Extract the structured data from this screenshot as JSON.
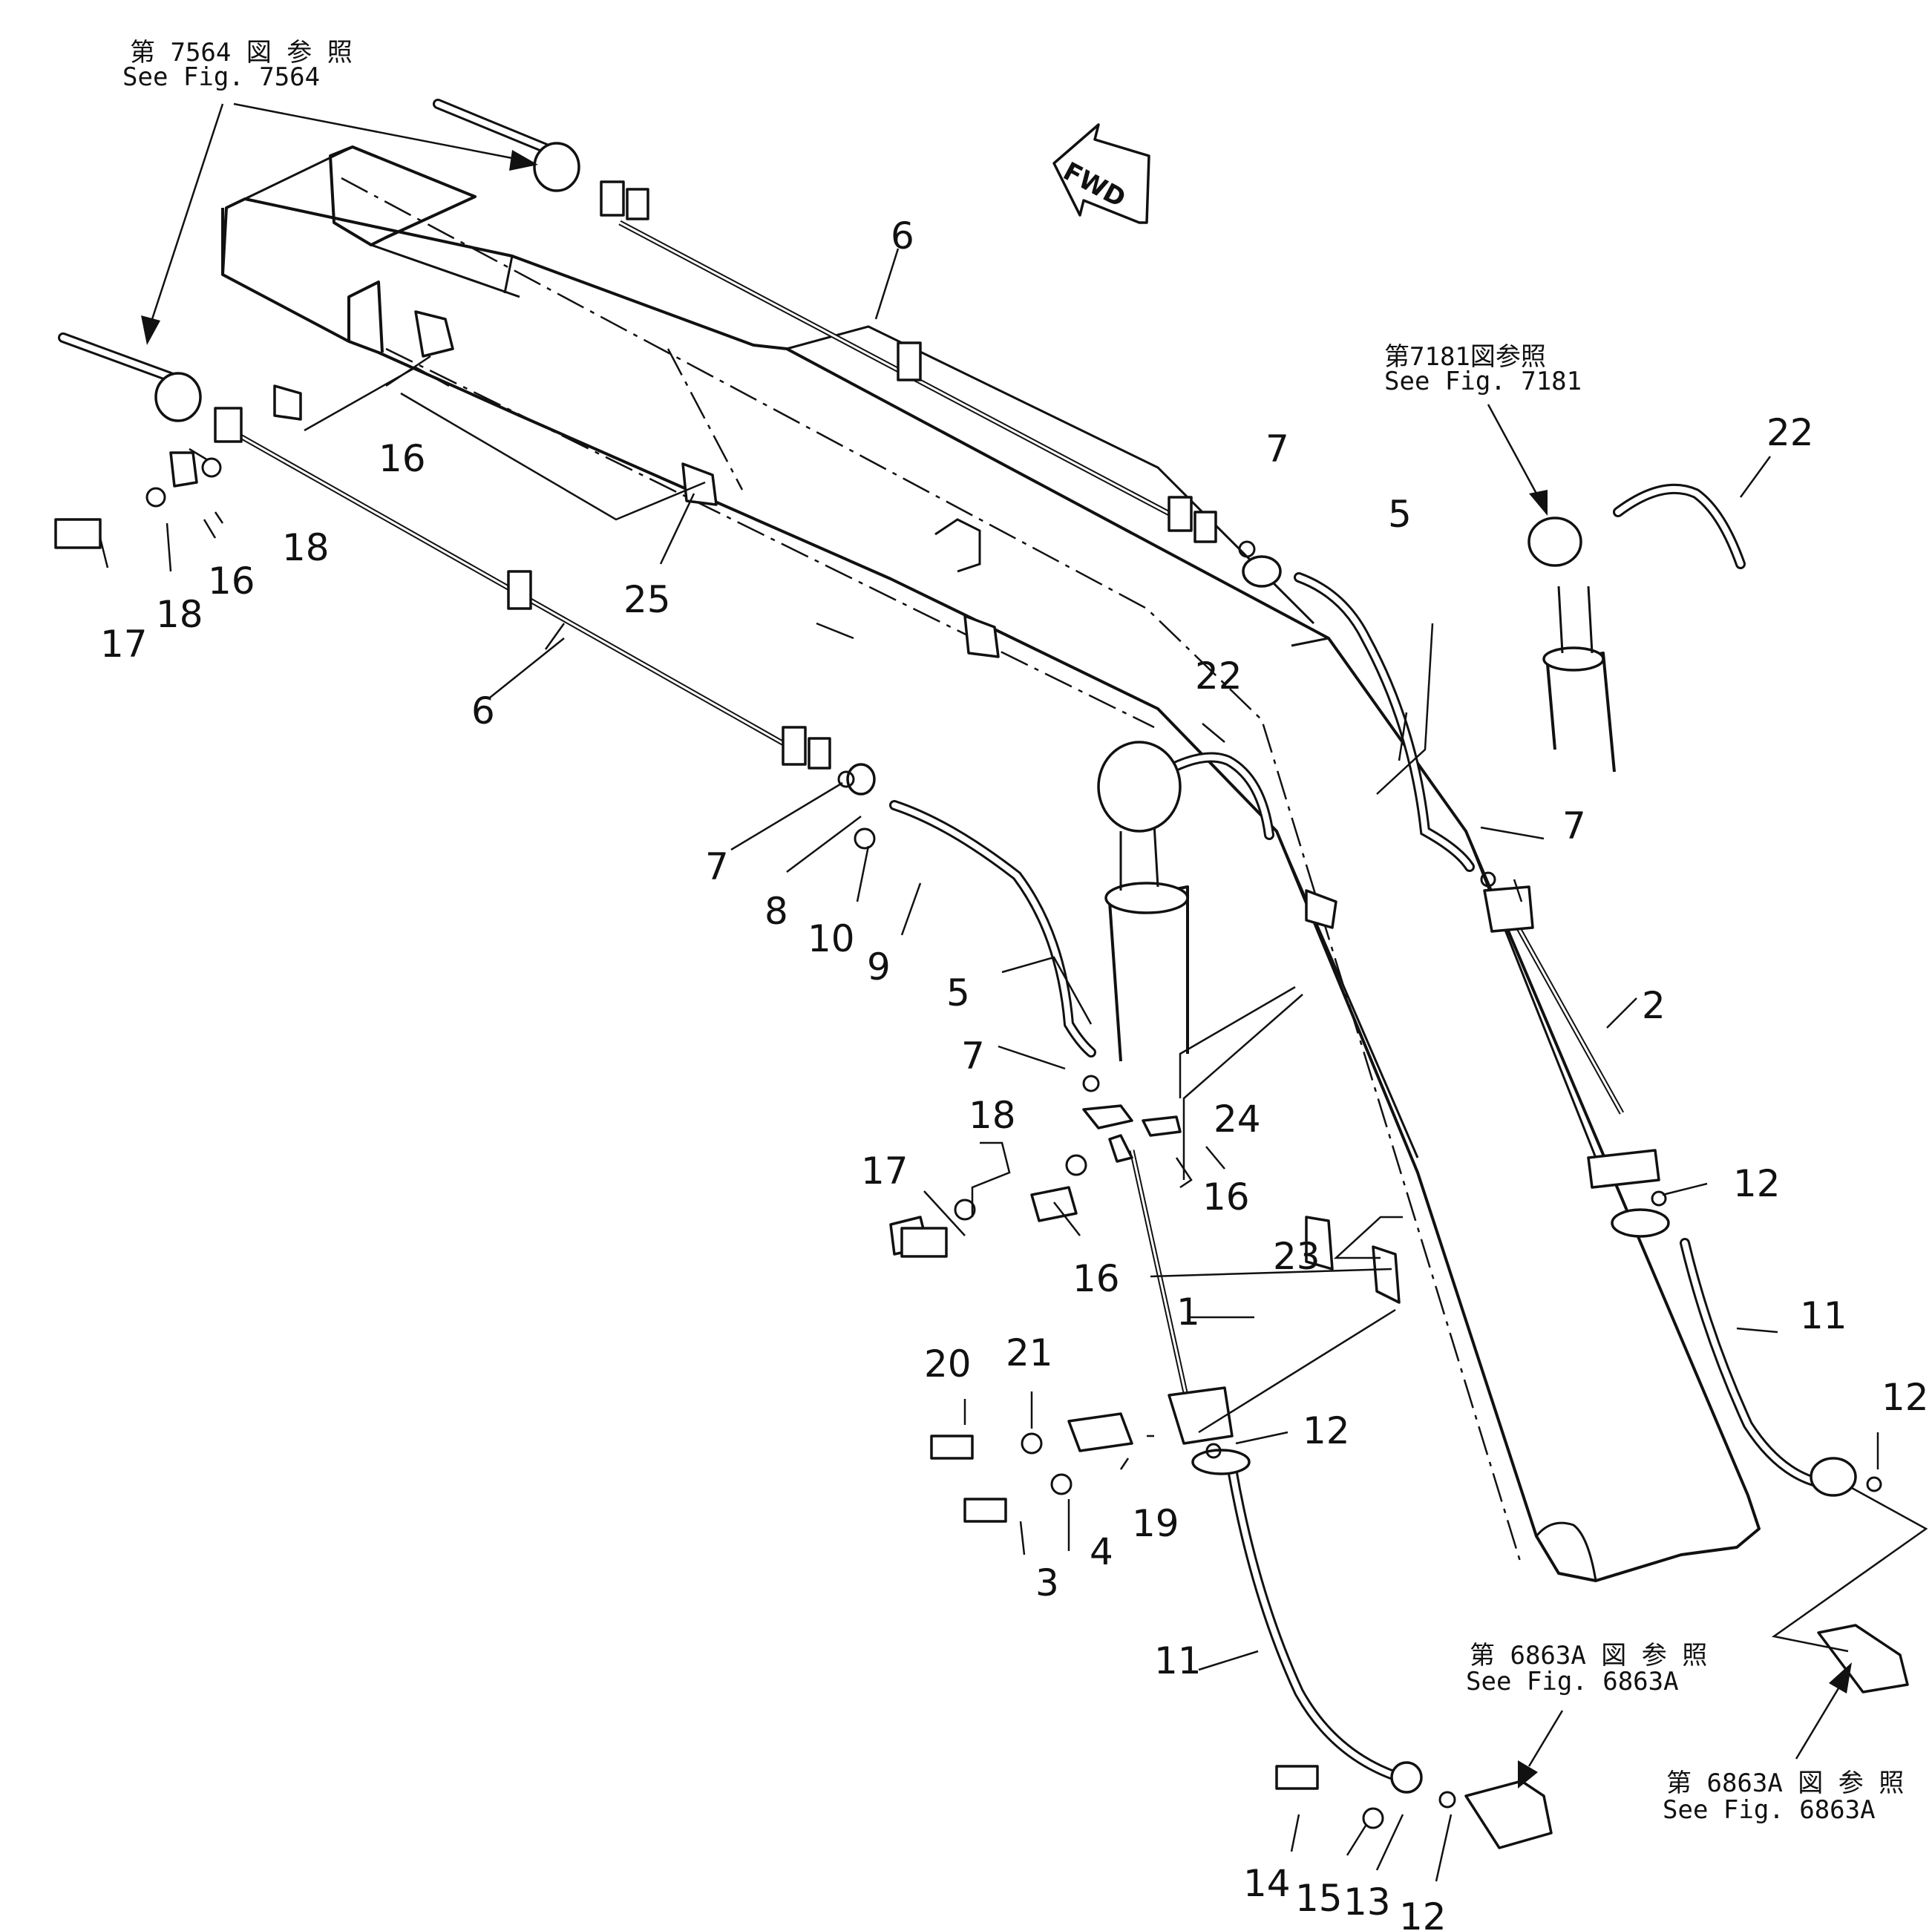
{
  "references": [
    {
      "id": "r7564",
      "jp": "第 7564 図 参 照",
      "en": "See Fig. 7564"
    },
    {
      "id": "r7181",
      "jp": "第7181図参照",
      "en": "See Fig. 7181"
    },
    {
      "id": "r6863a_1",
      "jp": "第 6863A 図 参 照",
      "en": "See Fig. 6863A"
    },
    {
      "id": "r6863a_2",
      "jp": "第 6863A 図 参 照",
      "en": "See Fig. 6863A"
    }
  ],
  "direction_label": "FWD",
  "callouts": [
    "1",
    "2",
    "3",
    "4",
    "5",
    "5",
    "6",
    "6",
    "7",
    "7",
    "7",
    "7",
    "8",
    "9",
    "10",
    "11",
    "11",
    "12",
    "12",
    "12",
    "12",
    "13",
    "14",
    "15",
    "16",
    "16",
    "16",
    "16",
    "17",
    "17",
    "18",
    "18",
    "18",
    "19",
    "20",
    "21",
    "22",
    "22",
    "23",
    "24",
    "25"
  ]
}
